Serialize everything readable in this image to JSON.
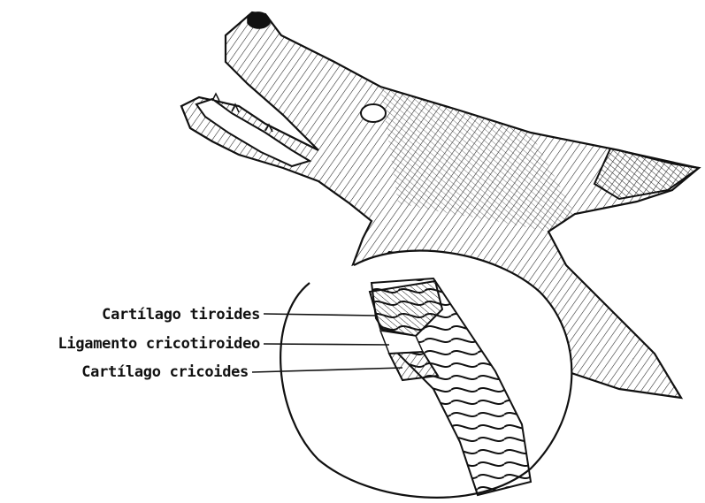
{
  "labels": {
    "thyroid_cartilage": "Cartílago tiroides",
    "cricothyroid_ligament": "Ligamento cricotiroideo",
    "cricoid_cartilage": "Cartílago cricoides"
  },
  "colors": {
    "ink": "#111111",
    "background": "#ffffff"
  }
}
